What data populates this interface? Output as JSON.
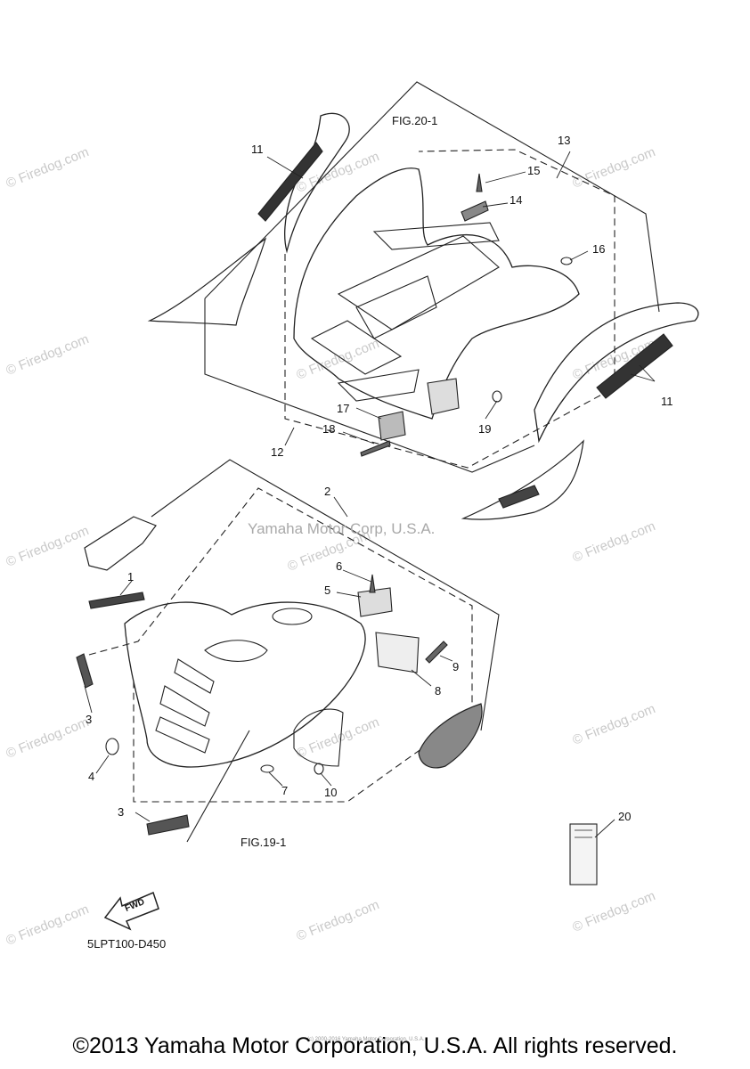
{
  "watermark": "© Firedog.com",
  "center_watermark": "Yamaha Motor Corp, U.S.A.",
  "figure_refs": {
    "top": "FIG.20-1",
    "bottom": "FIG.19-1"
  },
  "callouts": [
    {
      "id": "c1",
      "label": "1"
    },
    {
      "id": "c2",
      "label": "2"
    },
    {
      "id": "c3a",
      "label": "3"
    },
    {
      "id": "c3b",
      "label": "3"
    },
    {
      "id": "c4",
      "label": "4"
    },
    {
      "id": "c5",
      "label": "5"
    },
    {
      "id": "c6",
      "label": "6"
    },
    {
      "id": "c7",
      "label": "7"
    },
    {
      "id": "c8",
      "label": "8"
    },
    {
      "id": "c9",
      "label": "9"
    },
    {
      "id": "c10",
      "label": "10"
    },
    {
      "id": "c11a",
      "label": "11"
    },
    {
      "id": "c11b",
      "label": "11"
    },
    {
      "id": "c12",
      "label": "12"
    },
    {
      "id": "c13",
      "label": "13"
    },
    {
      "id": "c14",
      "label": "14"
    },
    {
      "id": "c15",
      "label": "15"
    },
    {
      "id": "c16",
      "label": "16"
    },
    {
      "id": "c17",
      "label": "17"
    },
    {
      "id": "c18",
      "label": "18"
    },
    {
      "id": "c19",
      "label": "19"
    },
    {
      "id": "c20",
      "label": "20"
    }
  ],
  "fwd_label": "FWD",
  "diagram_code": "5LPT100-D450",
  "copyright": "©2013 Yamaha Motor Corporation, U.S.A. All rights reserved.",
  "small_note": "(c) 2000-2016 Yamaha Motor Corporation, U.S.A."
}
